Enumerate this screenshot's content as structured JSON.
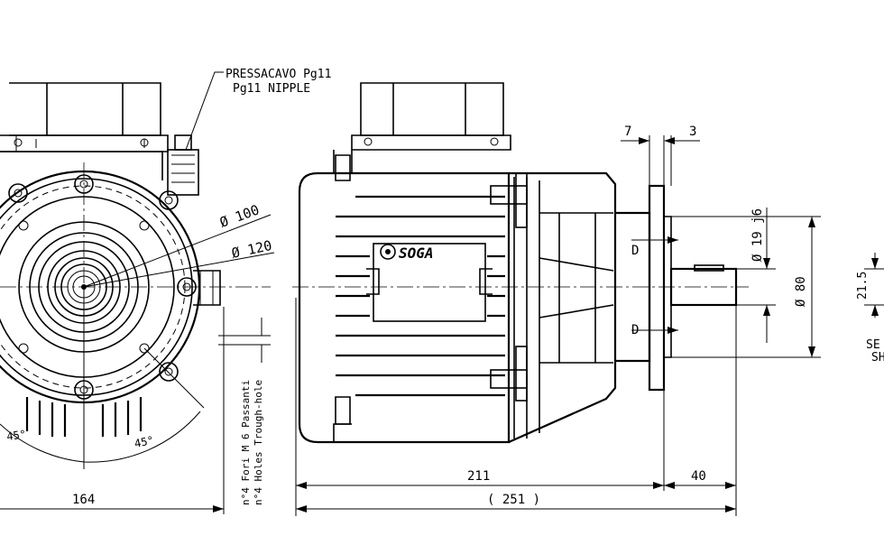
{
  "labels": {
    "cable_gland_it": "PRESSACAVO Pg11",
    "cable_gland_en": "Pg11 NIPPLE",
    "diam_100": "Ø 100",
    "diam_120": "Ø 120",
    "angle_left": "45°",
    "angle_right": "45°",
    "holes_it": "n°4 Fori  M 6 Passanti",
    "holes_en": "n°4 Holes  Trough-hole",
    "dim_164": "164",
    "dim_211": "211",
    "dim_251": "( 251 )",
    "dim_40": "40",
    "dim_7": "7",
    "dim_3": "3",
    "diam_19": "Ø 19 j6",
    "diam_80": "Ø 80",
    "dim_D_top": "D",
    "dim_D_bottom": "D",
    "dim_21_5": "21.5",
    "section_se": "SE",
    "section_sh": "SH",
    "brand": "SOGA"
  }
}
